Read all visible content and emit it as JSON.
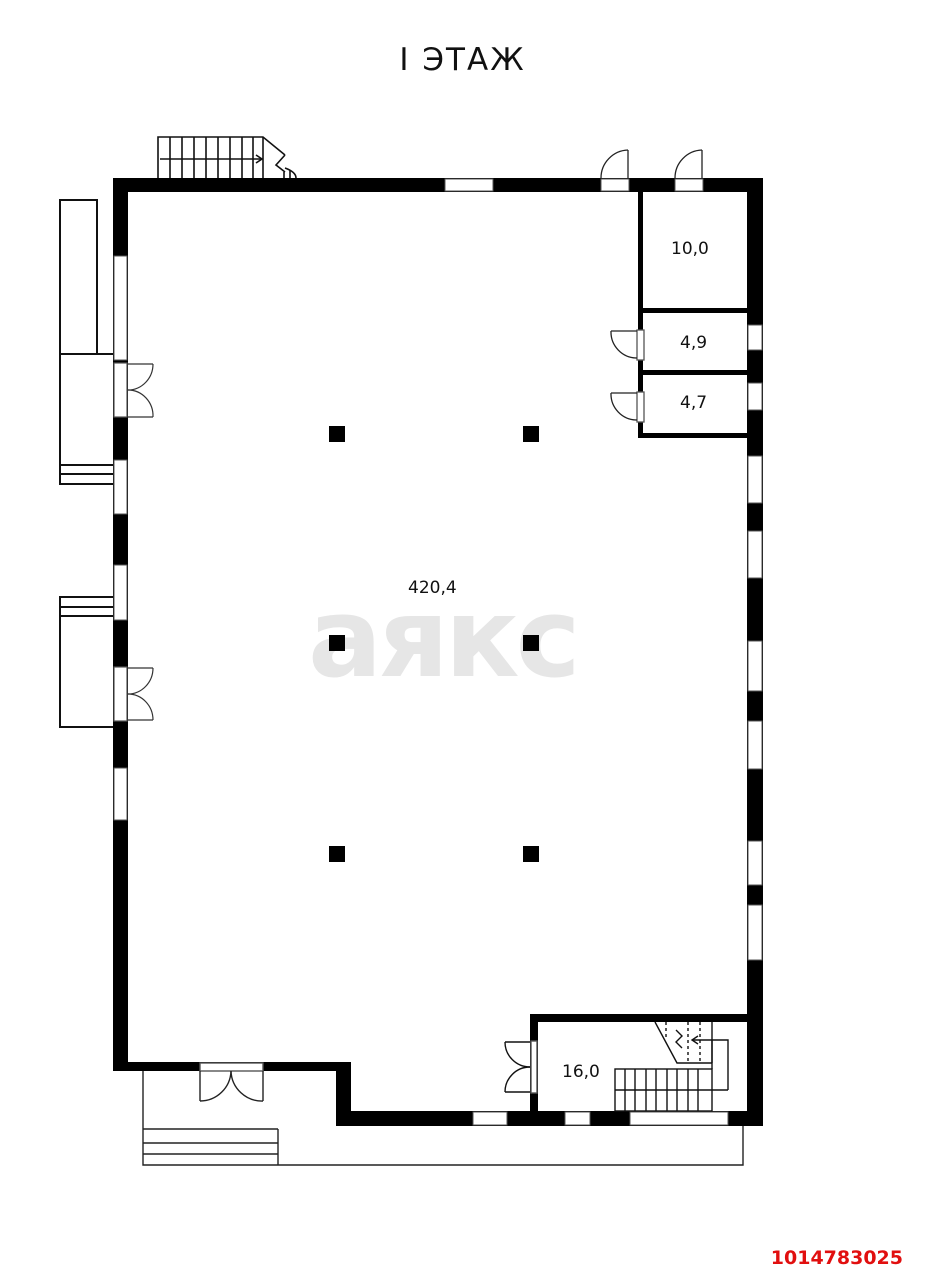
{
  "header": {
    "floor_title": "I ЭТАЖ"
  },
  "watermark": {
    "text": "аякс",
    "color": "#e6e6e6"
  },
  "rooms": [
    {
      "id": "main-hall",
      "area": "420,4"
    },
    {
      "id": "room-top-right",
      "area": "10,0"
    },
    {
      "id": "room-middle-right",
      "area": "4,9"
    },
    {
      "id": "room-lower-right",
      "area": "4,7"
    },
    {
      "id": "stair-room",
      "area": "16,0"
    }
  ],
  "footer": {
    "listing_id": "1014783025",
    "listing_id_color": "#e10f0f"
  },
  "colors": {
    "wall": "#000000",
    "line": "#111111",
    "background": "#ffffff"
  }
}
